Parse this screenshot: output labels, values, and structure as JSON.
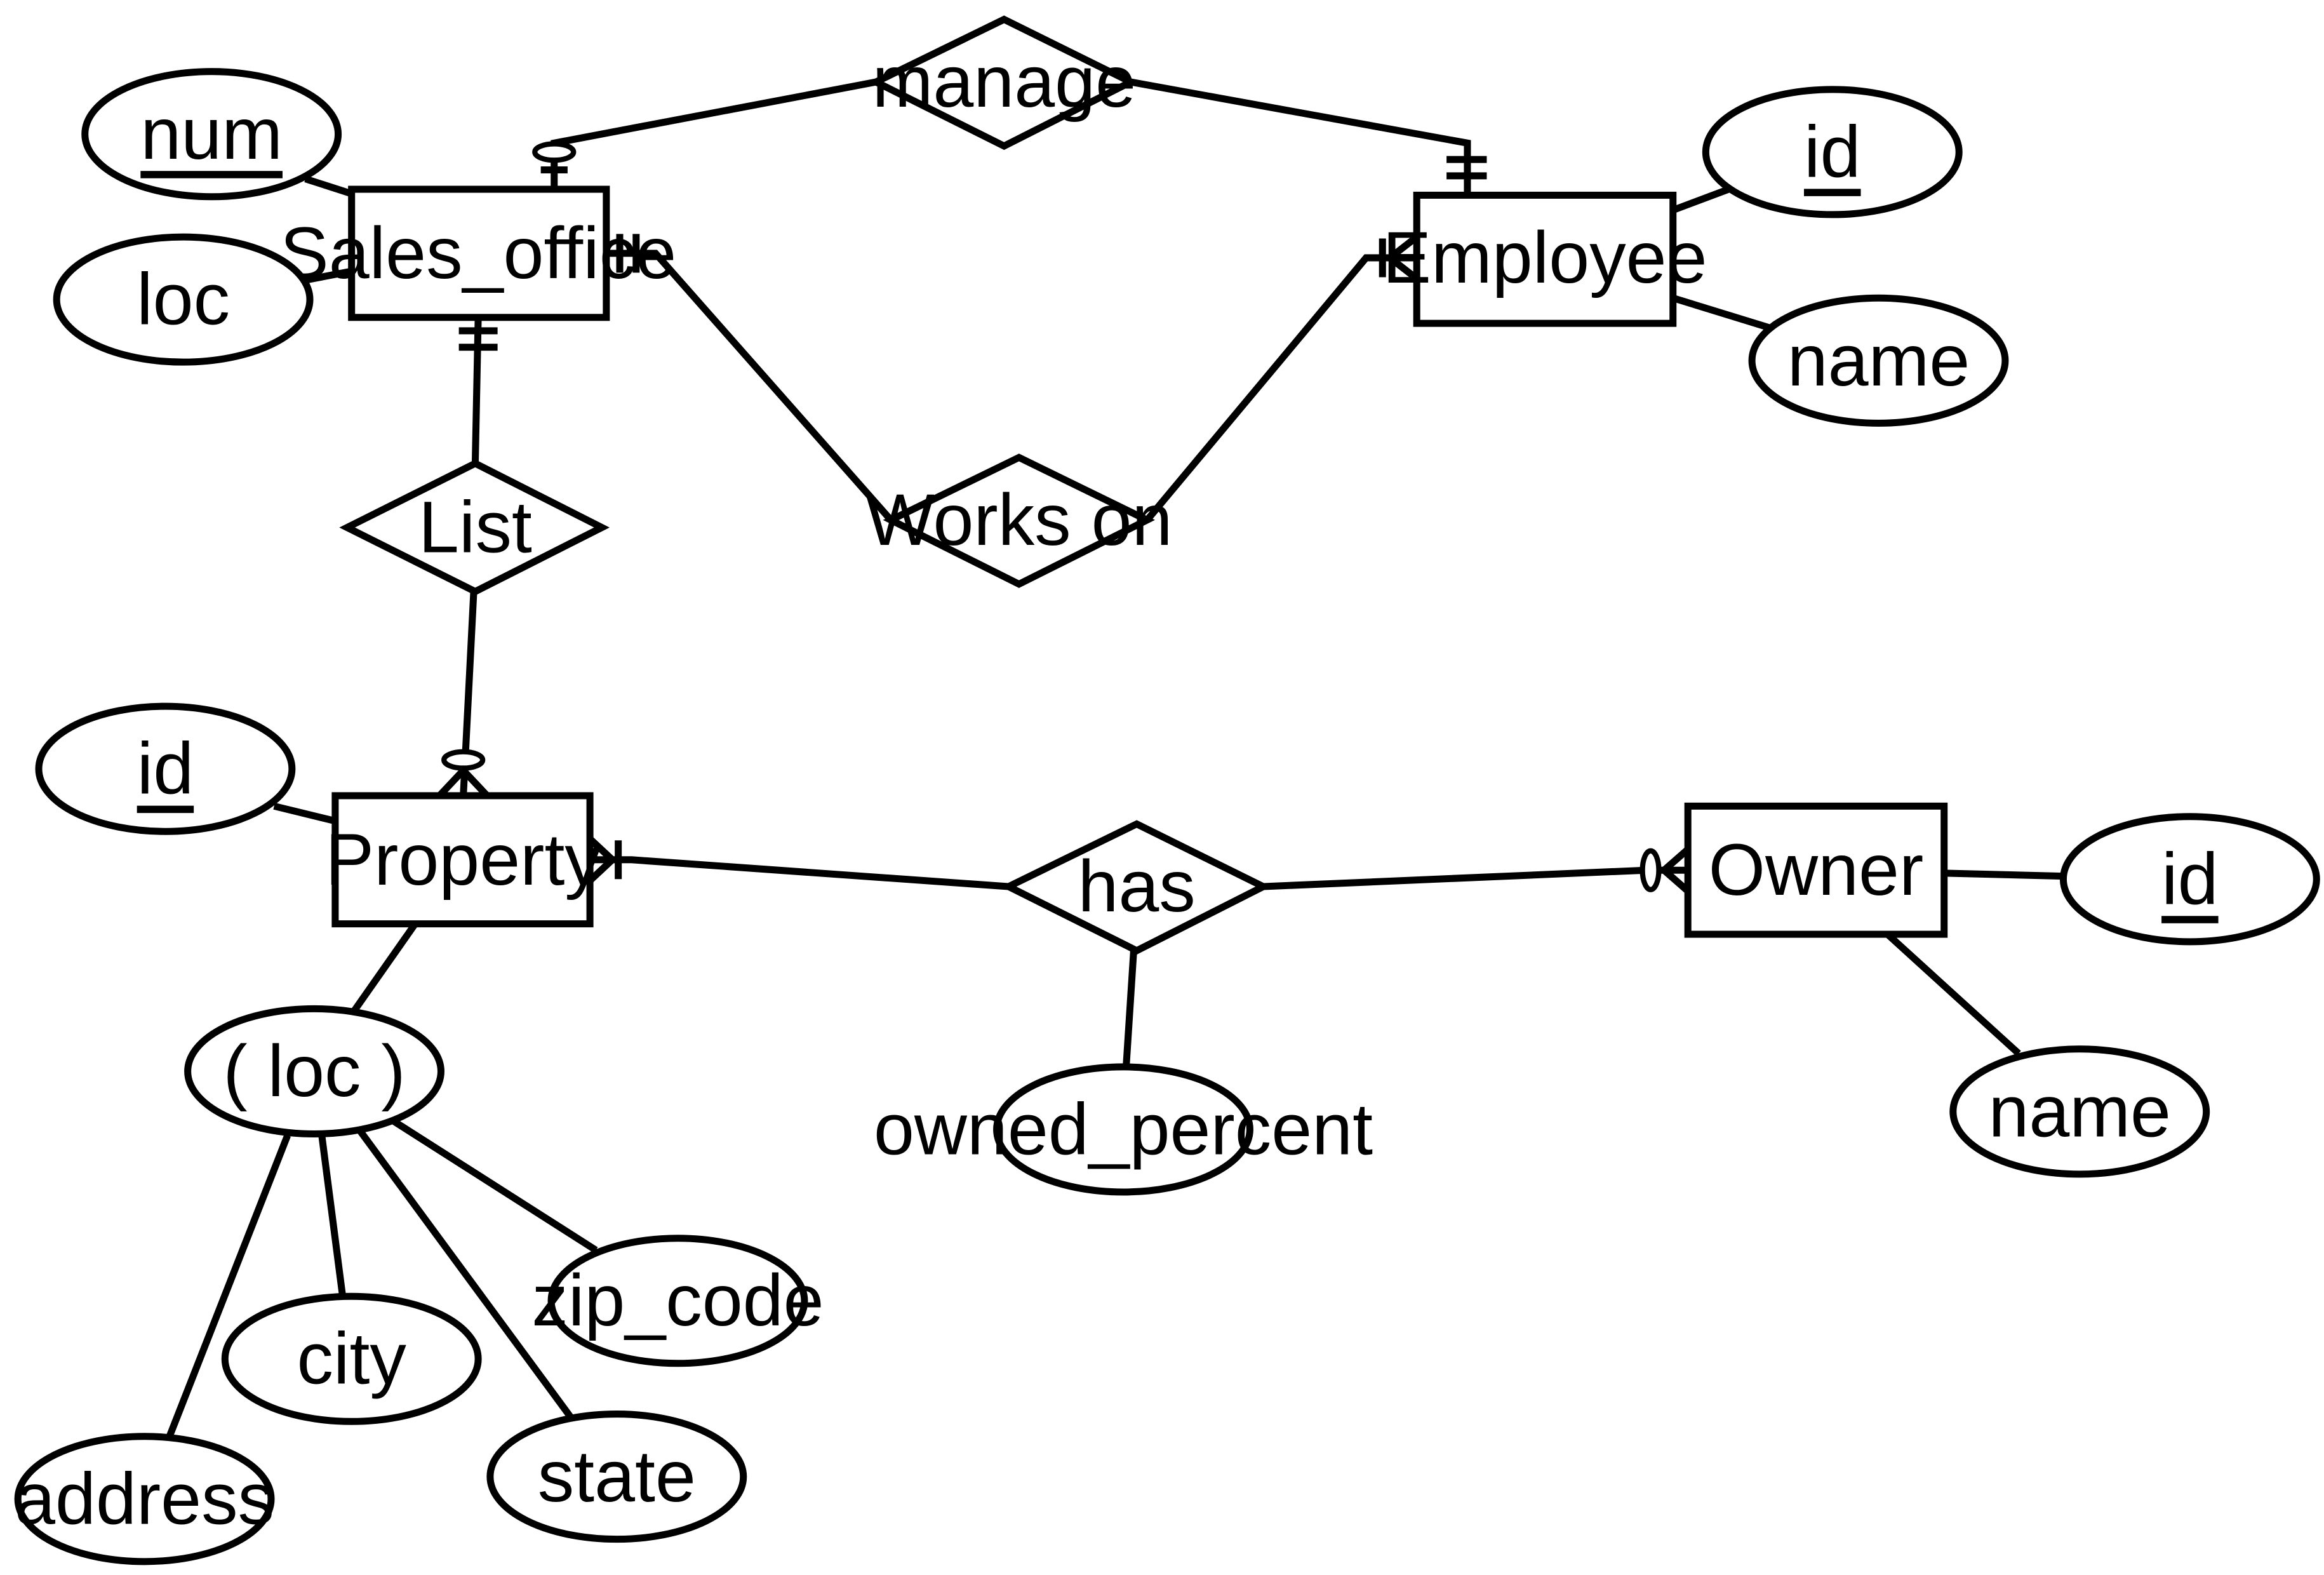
{
  "entities": {
    "sales_office": "Sales_office",
    "employee": "Employee",
    "property": "Property",
    "owner": "Owner"
  },
  "relationships": {
    "manage": "manage",
    "works_on": "Works on",
    "list": "List",
    "has": "has"
  },
  "attributes": {
    "sales_office_num": "num",
    "sales_office_loc": "loc",
    "employee_id": "id",
    "employee_name": "name",
    "property_id": "id",
    "property_loc": "( loc )",
    "loc_address": "address",
    "loc_city": "city",
    "loc_state": "state",
    "loc_zip_code": "zip_code",
    "owned_percent": "owned_percent",
    "owner_id": "id",
    "owner_name": "name"
  },
  "colors": {
    "stroke": "#000000",
    "fill": "#ffffff",
    "background": "#ffffff"
  }
}
